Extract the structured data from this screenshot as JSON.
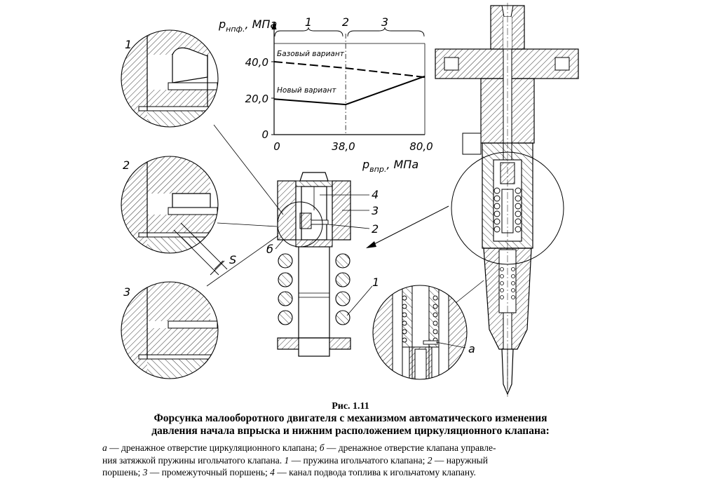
{
  "figure": {
    "chart": {
      "y_axis_label_main": "p",
      "y_axis_label_sub": "нпф.",
      "y_axis_unit": ",  МПа",
      "x_axis_label_main": "p",
      "x_axis_label_sub": "впр.",
      "x_axis_unit": ",  МПа",
      "y_ticks": [
        "0",
        "20,0",
        "40,0"
      ],
      "x_ticks": [
        "0",
        "38,0",
        "80,0"
      ],
      "zone_labels": [
        "1",
        "2",
        "3"
      ],
      "series_base_label": "Базовый вариант",
      "series_new_label": "Новый вариант"
    },
    "detail_labels": [
      "1",
      "2",
      "3"
    ],
    "gap_label": "S",
    "part_labels": [
      "4",
      "3",
      "2",
      "1"
    ],
    "hole_b_label": "б",
    "hole_a_label": "а"
  },
  "chart_data": {
    "type": "line",
    "xlabel": "pвпр., МПа",
    "ylabel": "pнпф., МПа",
    "xlim": [
      0,
      80
    ],
    "ylim": [
      0,
      50
    ],
    "x_ticks": [
      0,
      38,
      80
    ],
    "y_ticks": [
      0,
      20,
      40
    ],
    "grid": false,
    "series": [
      {
        "name": "Базовый вариант",
        "line": "dashed",
        "x": [
          0,
          38,
          80
        ],
        "y": [
          40,
          36.5,
          31.5
        ]
      },
      {
        "name": "Новый вариант",
        "line": "solid",
        "x": [
          0,
          38,
          80
        ],
        "y": [
          19.5,
          16.5,
          32
        ]
      }
    ],
    "annotations": [
      "1",
      "2",
      "3"
    ]
  },
  "caption": {
    "number": "Рис. 1.11",
    "title_line1": "Форсунка малооборотного двигателя с механизмом автоматического изменения",
    "title_line2": "давления начала впрыска и нижним расположением циркуляционного клапана:"
  },
  "legend": {
    "l1_a_key": "а",
    "l1_a_text": " — дренажное отверстие циркуляционного клапана; ",
    "l1_b_key": "б",
    "l1_b_text": " — дренажное отверстие клапана управле-",
    "l2_text": "ния затяжкой пружины игольчатого клапана. ",
    "l2_1_key": "1",
    "l2_1_text": " — пружина игольчатого клапана; ",
    "l2_2_key": "2",
    "l2_2_text": " — наружный",
    "l3_text": "поршень; ",
    "l3_3_key": "3",
    "l3_3_text": " — промежуточный поршень; ",
    "l3_4_key": "4",
    "l3_4_text": " — канал подвода топлива к игольчатому клапану."
  }
}
